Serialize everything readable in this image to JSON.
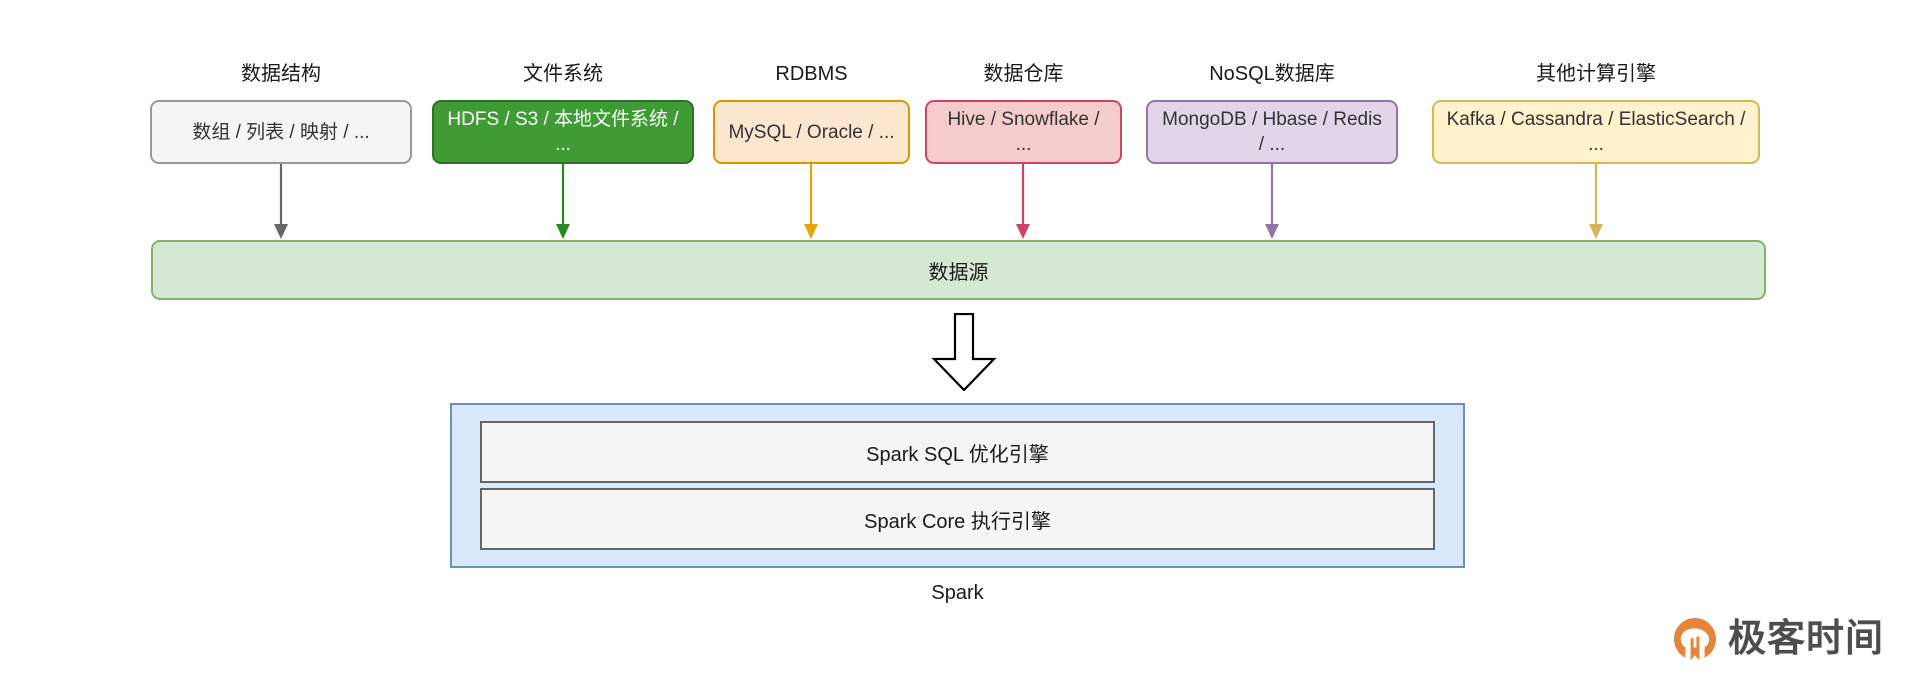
{
  "diagram": {
    "title_caption": "Spark",
    "datasource_label": "数据源",
    "columns": [
      {
        "title": "数据结构",
        "box_text": "数组 / 列表 / 映射 / ...",
        "fill": "#f5f5f5",
        "border": "#999999",
        "text_color": "#333333",
        "connector_color": "#666666"
      },
      {
        "title": "文件系统",
        "box_text": "HDFS / S3 / 本地文件系统 / ...",
        "fill": "#3f9c35",
        "border": "#2d7026",
        "text_color": "#ffffff",
        "connector_color": "#2d8a22"
      },
      {
        "title": "RDBMS",
        "box_text": "MySQL / Oracle / ...",
        "fill": "#fde6d0",
        "border": "#d79b00",
        "text_color": "#333333",
        "connector_color": "#e8a20c"
      },
      {
        "title": "数据仓库",
        "box_text": "Hive / Snowflake / ...",
        "fill": "#f4cccc",
        "border": "#cc4466",
        "text_color": "#333333",
        "connector_color": "#cc4466"
      },
      {
        "title": "NoSQL数据库",
        "box_text": "MongoDB / Hbase / Redis / ...",
        "fill": "#e1d5e7",
        "border": "#9673a6",
        "text_color": "#333333",
        "connector_color": "#9673a6"
      },
      {
        "title": "其他计算引擎",
        "box_text": "Kafka / Cassandra / ElasticSearch / ...",
        "fill": "#fff2cc",
        "border": "#d6b656",
        "text_color": "#333333",
        "connector_color": "#d6b656"
      }
    ],
    "datasource": {
      "fill": "#d5e8d4",
      "border": "#82b366"
    },
    "spark": {
      "fill": "#dae8fc",
      "border": "#6c8ebf",
      "layers": [
        {
          "label": "Spark SQL 优化引擎"
        },
        {
          "label": "Spark Core 执行引擎"
        }
      ]
    }
  },
  "watermark": {
    "text": "极客时间",
    "mark_color": "#e8833a"
  }
}
